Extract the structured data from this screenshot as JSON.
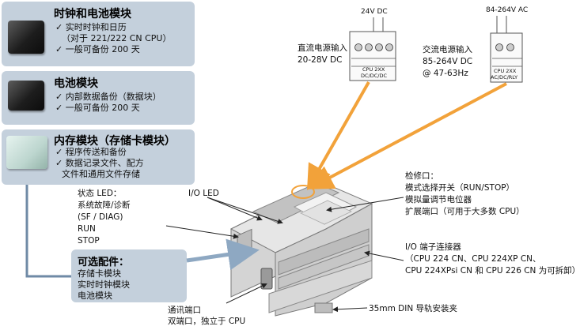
{
  "clock_module": {
    "title": "时钟和电池模块",
    "lines": [
      "✓ 实时时钟和日历",
      "（对于 221/222 CN CPU）",
      "✓ 一般可备份 200 天"
    ]
  },
  "battery_module": {
    "title": "电池模块",
    "lines": [
      "✓ 内部数据备份（数据块）",
      "✓ 一般可备份 200 天"
    ]
  },
  "memory_module": {
    "title": "内存模块（存储卡模块）",
    "lines": [
      "✓ 程序传送和备份",
      "✓ 数据记录文件、配方",
      "文件和通用文件存储"
    ]
  },
  "status_led": {
    "lines": [
      "状态 LED：",
      "系统故障/诊断",
      "(SF / DIAG)",
      "RUN",
      "STOP"
    ]
  },
  "io_led": "I/O LED",
  "optional": {
    "title": "可选配件：",
    "lines": [
      "存储卡模块",
      "实时时钟模块",
      "电池模块"
    ]
  },
  "dc_power": {
    "voltage": "24V DC",
    "lines": [
      "直流电源输入",
      "20-28V DC"
    ],
    "model": [
      "CPU 2XX",
      "DC/DC/DC"
    ]
  },
  "ac_power": {
    "voltage": "84-264V AC",
    "lines": [
      "交流电源输入",
      "85-264V DC",
      "@ 47-63Hz"
    ],
    "model": [
      "CPU 2XX",
      "AC/DC/RLY"
    ]
  },
  "inspection": {
    "lines": [
      "检修口：",
      "模式选择开关（RUN/STOP）",
      "模拟量调节电位器",
      "扩展端口（可用于大多数 CPU）"
    ]
  },
  "io_terminal": {
    "lines": [
      "I/O 端子连接器",
      "（CPU 224 CN、CPU 224XP CN、",
      "CPU 224XPsi CN 和 CPU 226 CN 为可拆卸）"
    ]
  },
  "comm_port": {
    "lines": [
      "通讯端口",
      "双端口，独立于 CPU"
    ]
  },
  "din_rail": "35mm DIN 导轨安装夹",
  "colors": {
    "panel": "#c4d0dc",
    "arrow_orange": "#f2a23a",
    "arrow_blue": "#8ea8c2",
    "connector": "#6f8aa6"
  }
}
